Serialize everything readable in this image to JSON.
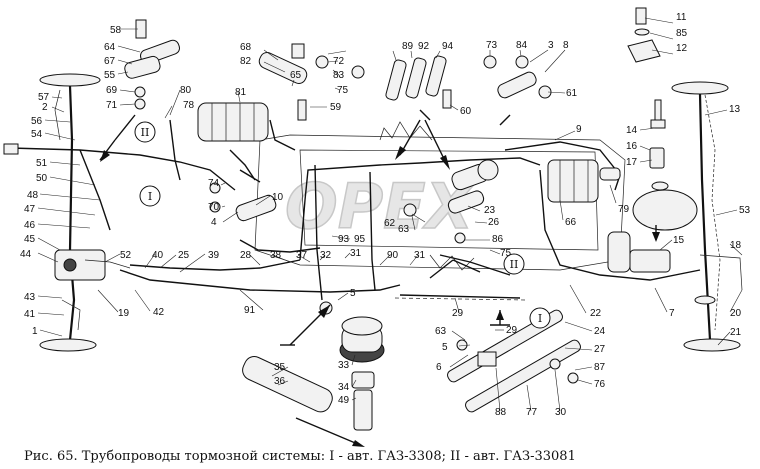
{
  "caption": "Рис. 65. Трубопроводы тормозной системы: I - авт. ГАЗ-3308; II - авт. ГАЗ-33081",
  "watermark": "OPEX",
  "roman_markers": [
    "I",
    "II"
  ],
  "callouts": [
    "1",
    "2",
    "3",
    "4",
    "5",
    "6",
    "7",
    "8",
    "9",
    "10",
    "11",
    "12",
    "13",
    "14",
    "15",
    "16",
    "17",
    "18",
    "19",
    "20",
    "21",
    "22",
    "23",
    "24",
    "25",
    "26",
    "27",
    "28",
    "29",
    "30",
    "31",
    "32",
    "33",
    "34",
    "35",
    "36",
    "37",
    "38",
    "39",
    "40",
    "41",
    "42",
    "43",
    "44",
    "45",
    "46",
    "47",
    "48",
    "49",
    "50",
    "51",
    "52",
    "53",
    "54",
    "55",
    "56",
    "57",
    "58",
    "59",
    "60",
    "61",
    "62",
    "63",
    "64",
    "65",
    "66",
    "67",
    "68",
    "69",
    "70",
    "71",
    "72",
    "73",
    "74",
    "75",
    "76",
    "77",
    "78",
    "79",
    "80",
    "81",
    "82",
    "83",
    "84",
    "85",
    "86",
    "87",
    "88",
    "89",
    "90",
    "91",
    "92",
    "93",
    "94",
    "95"
  ]
}
